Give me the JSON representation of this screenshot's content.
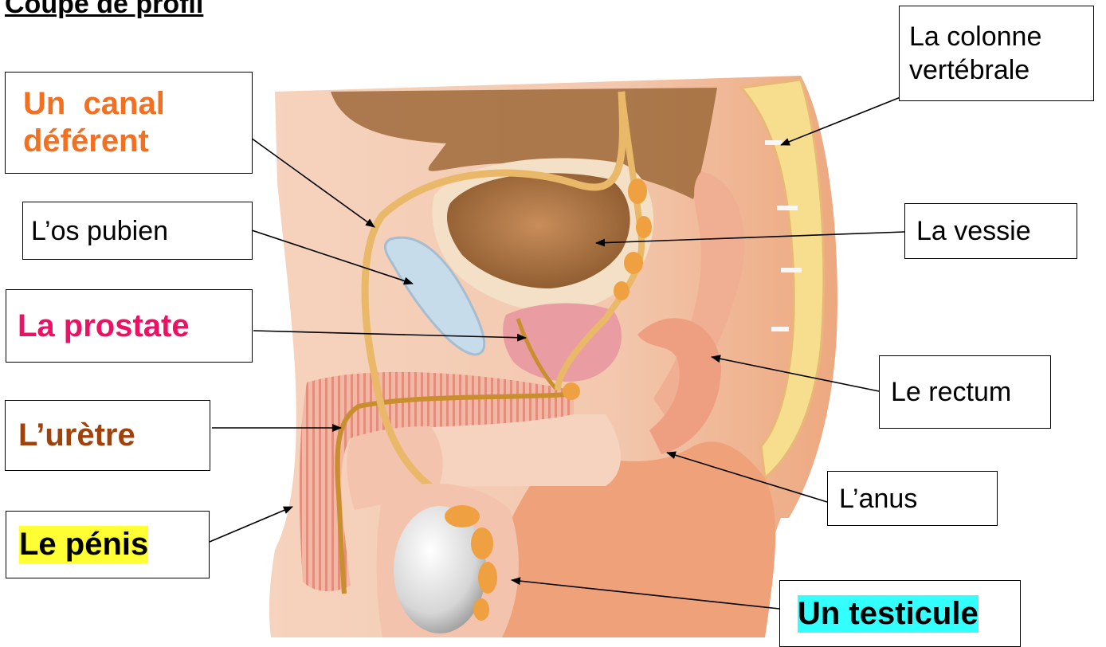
{
  "title": "Coupe de profil",
  "colors": {
    "orange": "#F37021",
    "magenta": "#EC1164",
    "brown": "#A0420B",
    "black": "#000000",
    "yellow_highlight": "#FFFF33",
    "cyan_highlight": "#33FFFF"
  },
  "labels": {
    "canal_deferent": "Un  canal déférent",
    "os_pubien": "L’os pubien",
    "prostate": "La prostate",
    "uretre": "L’urètre",
    "penis": "Le pénis",
    "colonne": "La colonne vertébrale",
    "vessie": "La vessie",
    "rectum": "Le rectum",
    "anus": "L’anus",
    "testicule": "Un testicule"
  }
}
